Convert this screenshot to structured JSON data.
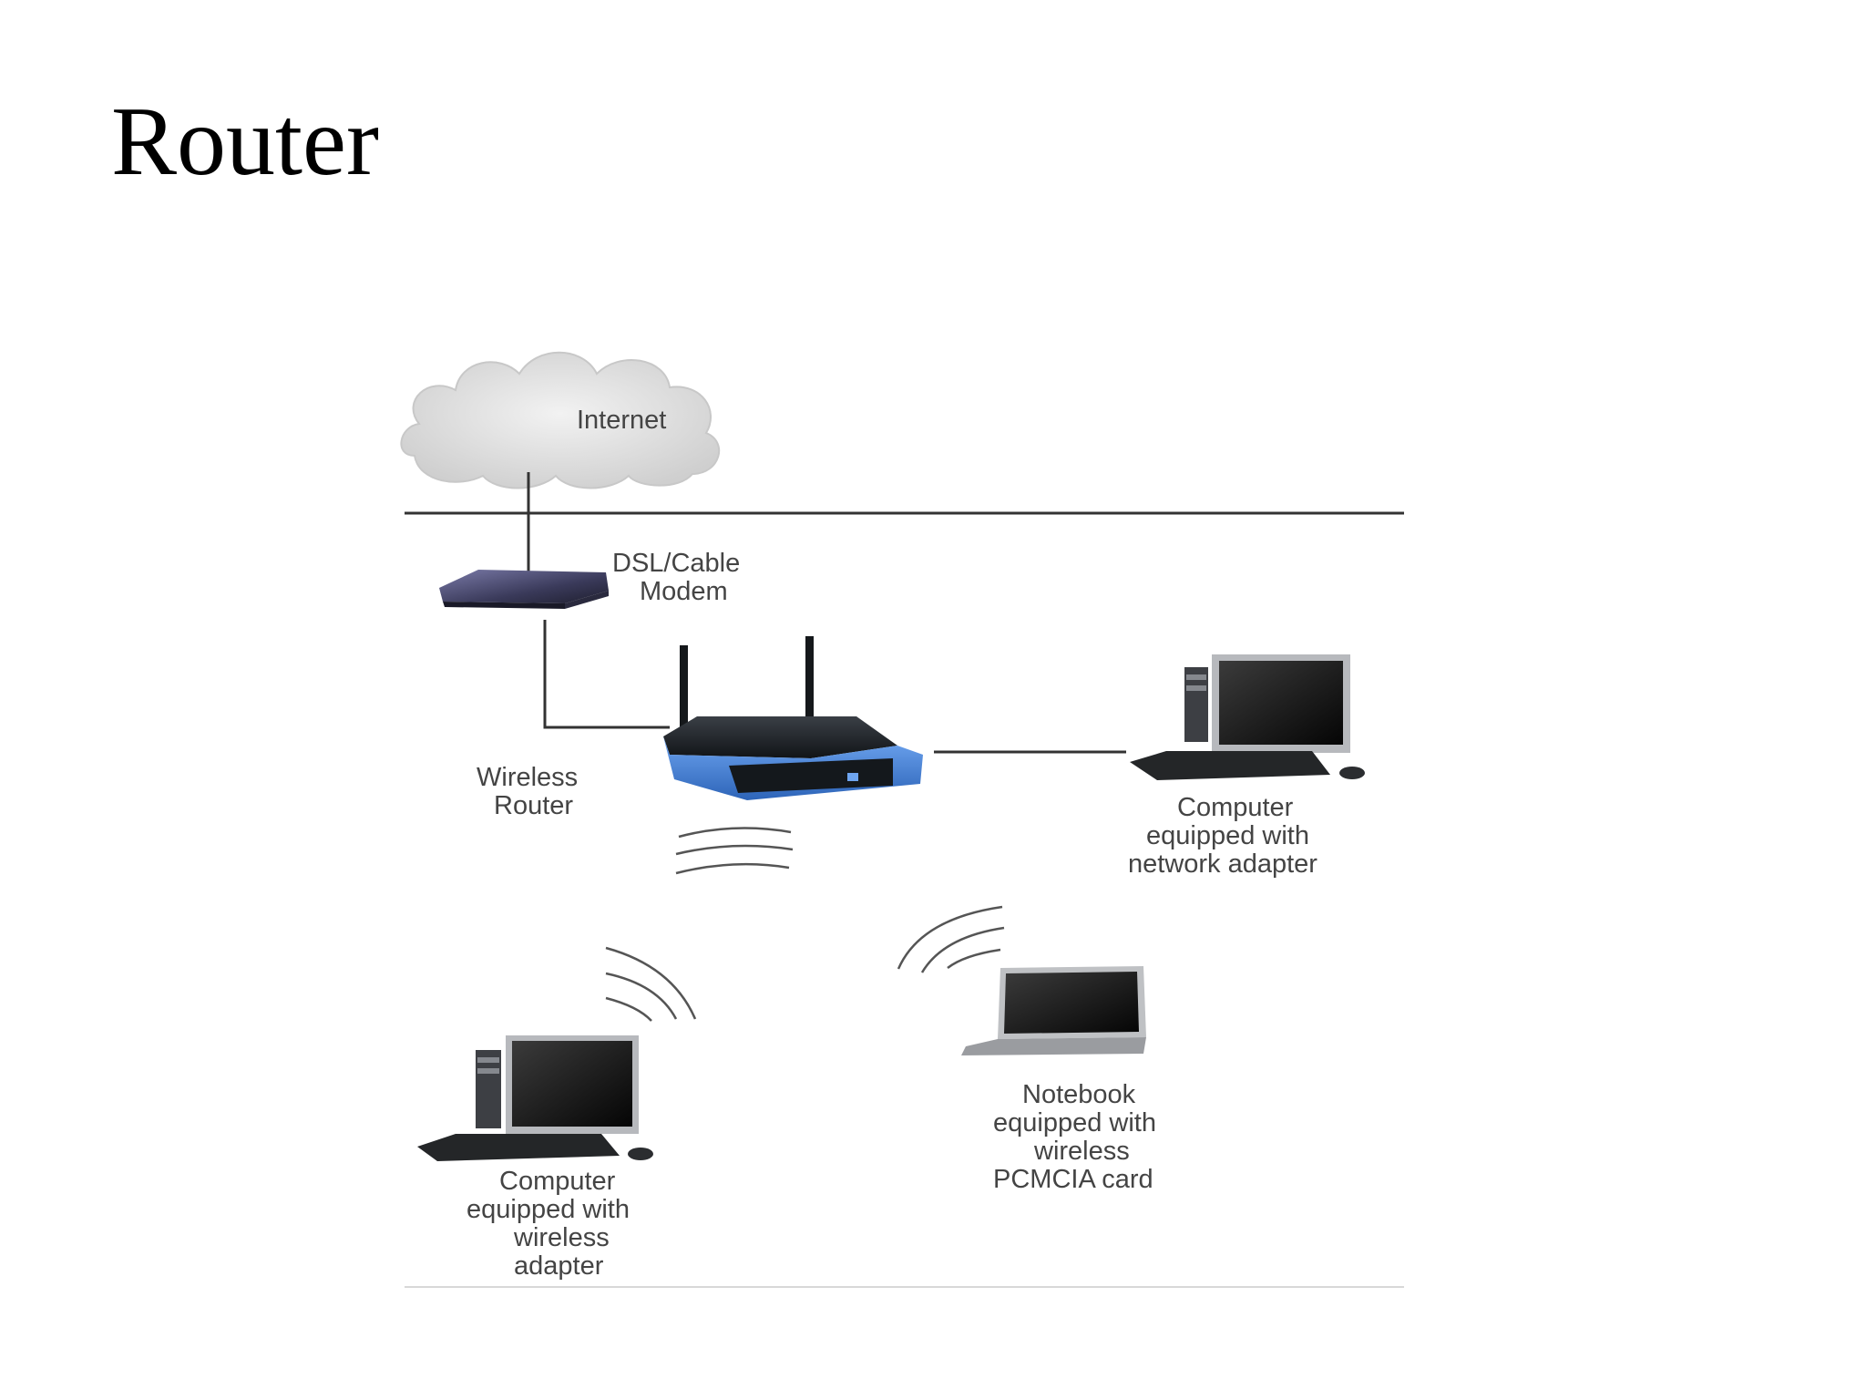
{
  "slide": {
    "title": "Router"
  },
  "diagram": {
    "labels": {
      "internet": "Internet",
      "modem_line1": "DSL/Cable",
      "modem_line2": "Modem",
      "router_line1": "Wireless",
      "router_line2": "Router",
      "wired_pc_line1": "Computer",
      "wired_pc_line2": "equipped with",
      "wired_pc_line3": "network adapter",
      "notebook_line1": "Notebook",
      "notebook_line2": "equipped with",
      "notebook_line3": "wireless",
      "notebook_line4": "PCMCIA card",
      "wireless_pc_line1": "Computer",
      "wireless_pc_line2": "equipped with",
      "wireless_pc_line3": "wireless",
      "wireless_pc_line4": "adapter"
    },
    "colors": {
      "router_body": "#1c1f22",
      "router_accent": "#3f7fd8",
      "modem_body": "#4a4a6a",
      "line": "#333333",
      "cloud": "#d9d9d9"
    }
  }
}
